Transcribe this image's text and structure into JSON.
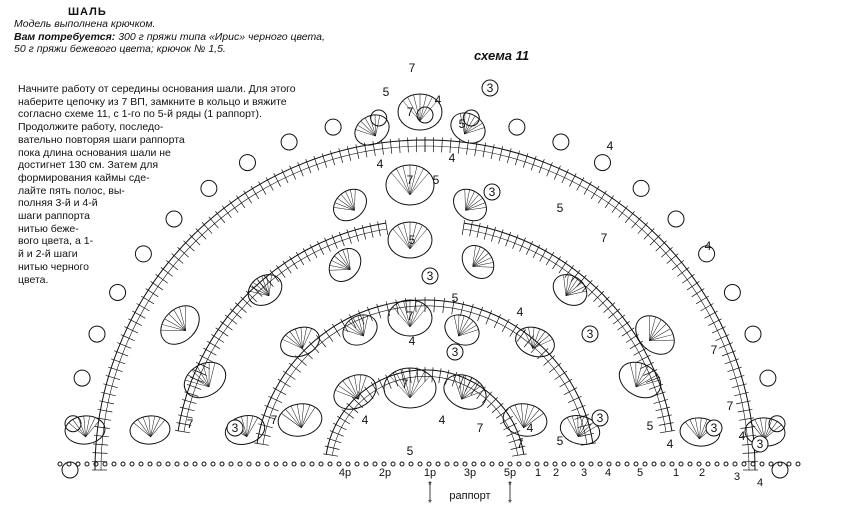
{
  "title": "ШАЛЬ",
  "model_line": "Модель выполнена крючком.",
  "materials": {
    "label": "Вам потребуется:",
    "line1": "300 г пряжи типа «Ирис» черного цвета,",
    "line2": "50 г пряжи бежевого цвета; крючок № 1,5."
  },
  "instructions": [
    "Начните работу от середины основания шали. Для этого",
    "наберите цепочку из 7 ВП, замкните в кольцо и вяжите",
    "согласно схеме 11, с 1-го по 5-й ряды (1 раппорт).",
    "Продолжите работу, последо-",
    "вательно повторяя шаги раппорта",
    "пока длина основания шали не",
    "достигнет 130 см. Затем для",
    "формирования каймы сде-",
    "лайте пять полос, вы-",
    "полняя 3-й и 4-й",
    "шаги раппорта",
    "нитью бежe-",
    "вого цвета, а 1-",
    "й и 2-й шаги",
    "нитью черного",
    "цвета."
  ],
  "schema_label": "схема 11",
  "bottom_labels": {
    "left": [
      "4р",
      "2р",
      "1р",
      "3р",
      "5р"
    ],
    "right": [
      "1",
      "2",
      "3",
      "4",
      "5",
      "1",
      "2",
      "3",
      "4"
    ]
  },
  "rapport_label": "раппорт",
  "row_numbers": [
    "7",
    "3",
    "5",
    "4",
    "5",
    "7",
    "4",
    "4",
    "5",
    "7",
    "3",
    "5",
    "4",
    "5",
    "7",
    "4",
    "3",
    "5",
    "7",
    "4",
    "3",
    "7",
    "4",
    "3",
    "7",
    "4",
    "4",
    "5",
    "7",
    "4",
    "3",
    "5",
    "7",
    "3",
    "7",
    "4",
    "3",
    "5",
    "7",
    "3",
    "4",
    "7"
  ],
  "colors": {
    "ink": "#111111",
    "paper": "#ffffff"
  }
}
